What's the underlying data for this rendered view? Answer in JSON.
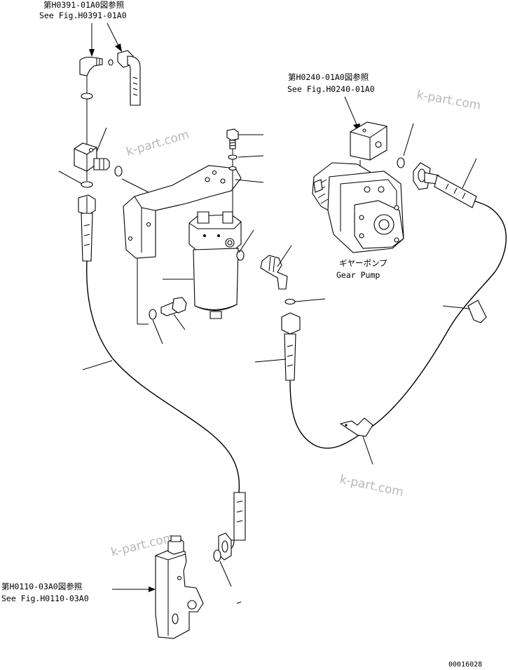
{
  "references": {
    "top_left": {
      "jp": "第H0391-01A0図参照",
      "en": "See Fig.H0391-01A0"
    },
    "top_right": {
      "jp": "第H0240-01A0図参照",
      "en": "See Fig.H0240-01A0"
    },
    "bottom_left": {
      "jp": "第H0110-03A0図参照",
      "en": "See Fig.H0110-03A0"
    }
  },
  "gear_pump": {
    "jp": "ギヤーポンプ",
    "en": "Gear Pump"
  },
  "watermarks": [
    "k-part.com",
    "k-part.com",
    "k-part.com",
    "k-part.com"
  ],
  "figure_number": "00016028"
}
